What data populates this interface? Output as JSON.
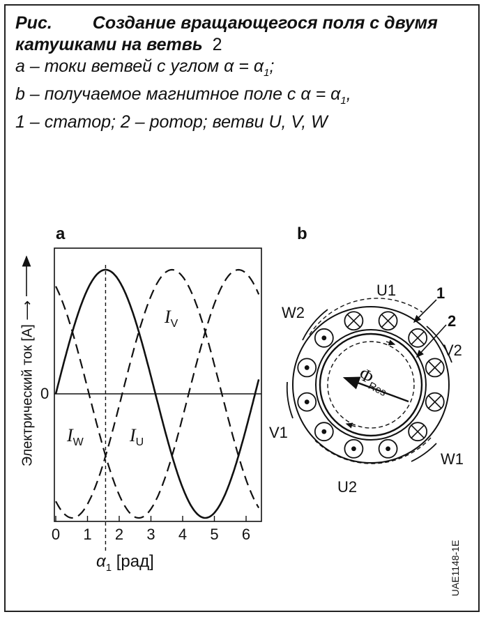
{
  "caption": {
    "fig_label": "Рис.",
    "title_line1": "Создание вращающегося поля с двумя",
    "title_line2": "катушками на ветвь",
    "title_line2_num": "2",
    "line_a_text": "a – токи ветвей с углом α = α",
    "line_a_sub": "1",
    "line_a_end": ";",
    "line_b_text": "b – получаемое магнитное поле с α = α",
    "line_b_sub": "1",
    "line_b_end": ",",
    "line_c": "1 – статор; 2 – ротор; ветви U, V, W"
  },
  "panel_a": {
    "label": "a",
    "ylabel": "Электрический ток [A] ⟶",
    "zero_label": "0",
    "x_ticks": [
      "0",
      "1",
      "2",
      "3",
      "4",
      "5",
      "6"
    ],
    "xlabel_sym": "α",
    "xlabel_sub": "1",
    "xlabel_unit": " [рад]",
    "curve_labels": {
      "iv": "I",
      "iv_sub": "V",
      "iw": "I",
      "iw_sub": "W",
      "iu": "I",
      "iu_sub": "U"
    }
  },
  "panel_b": {
    "label": "b",
    "coils": {
      "u1": "U1",
      "u2": "U2",
      "v1": "V1",
      "v2": "V2",
      "w1": "W1",
      "w2": "W2"
    },
    "num_stator": "1",
    "num_rotor": "2",
    "flux_symbol": "Φ",
    "flux_sub": "Res"
  },
  "chart_data": {
    "type": "line",
    "xlabel": "α1 [рад]",
    "ylabel": "Электрический ток [A]",
    "xlim": [
      0,
      6.4
    ],
    "x_ticks": [
      0,
      1,
      2,
      3,
      4,
      5,
      6
    ],
    "marker_x": 1.57,
    "series": [
      {
        "name": "IU",
        "style": "solid",
        "function": "sin(α)"
      },
      {
        "name": "IV",
        "style": "dashed",
        "function": "sin(α - 2π/3)"
      },
      {
        "name": "IW",
        "style": "dashed",
        "function": "sin(α + 2π/3)"
      }
    ]
  },
  "code": "UAE1148-1E"
}
